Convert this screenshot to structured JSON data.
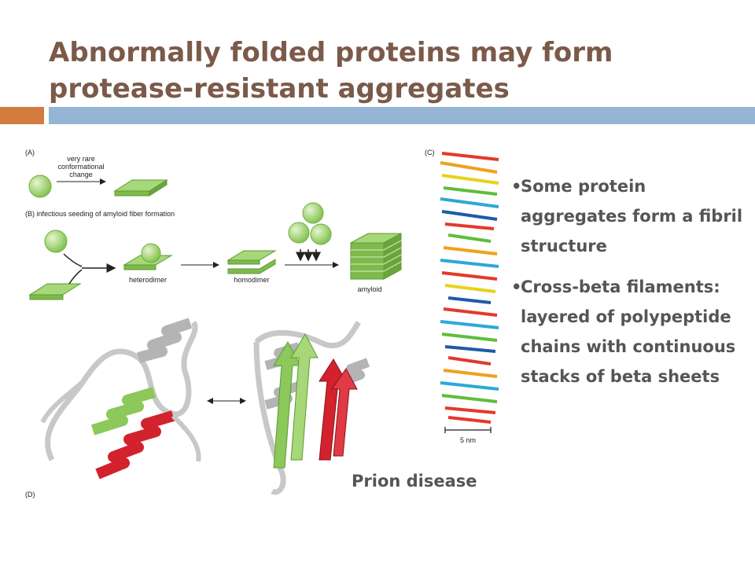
{
  "slide": {
    "title": "Abnormally folded proteins may form protease-resistant aggregates",
    "accent_colors": {
      "title": "#7b5a4a",
      "orange_bar": "#d47c3f",
      "blue_bar": "#96b5d4",
      "body_text": "#555555"
    }
  },
  "figure": {
    "panel_a": {
      "label": "(A)",
      "arrow_label_1": "very rare",
      "arrow_label_2": "conformational",
      "arrow_label_3": "change"
    },
    "panel_b": {
      "label": "(B) infectious seeding of amyloid fiber formation",
      "heterodimer": "heterodimer",
      "homodimer": "homodimer",
      "amyloid": "amyloid"
    },
    "panel_c": {
      "label": "(C)",
      "scale": "5 nm"
    },
    "panel_d": {
      "label": "(D)"
    },
    "caption": "Prion disease",
    "colors": {
      "green": "#8cc85a",
      "red": "#d2222d",
      "gray": "#c8c8c8"
    }
  },
  "bullets": [
    {
      "bullet": "•",
      "text": "Some protein aggregates form a fibril structure"
    },
    {
      "bullet": "•",
      "text": "Cross-beta filaments: layered of polypeptide chains with continuous stacks of beta sheets"
    }
  ]
}
